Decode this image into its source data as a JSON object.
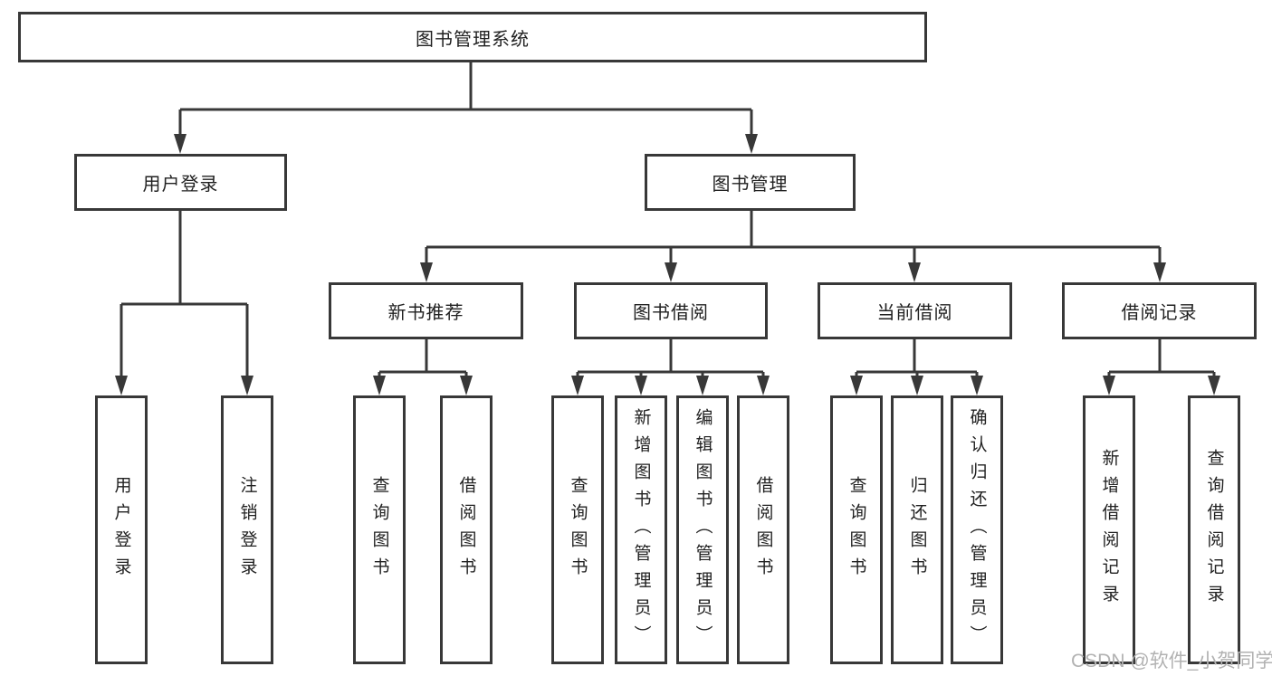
{
  "style": {
    "line_color": "#383838",
    "text_color": "#212121",
    "box_fill": "#ffffff",
    "watermark_color": "#b2b2b2",
    "page_bg": "#ffffff"
  },
  "page": {
    "watermark": {
      "text": "CSDN @软件_小贺同学"
    }
  },
  "tree": {
    "root": {
      "label": "图书管理系统"
    },
    "level1": [
      {
        "label": "用户登录",
        "leaves": [
          "用户登录",
          "注销登录"
        ]
      },
      {
        "label": "图书管理"
      }
    ],
    "level2": [
      {
        "label": "新书推荐",
        "leaves": [
          "查询图书",
          "借阅图书"
        ]
      },
      {
        "label": "图书借阅",
        "leaves": [
          "查询图书",
          "新增图书（管理员）",
          "编辑图书（管理员）",
          "借阅图书"
        ]
      },
      {
        "label": "当前借阅",
        "leaves": [
          "查询图书",
          "归还图书",
          "确认归还（管理员）"
        ]
      },
      {
        "label": "借阅记录",
        "leaves": [
          "新增借阅记录",
          "查询借阅记录"
        ]
      }
    ]
  }
}
